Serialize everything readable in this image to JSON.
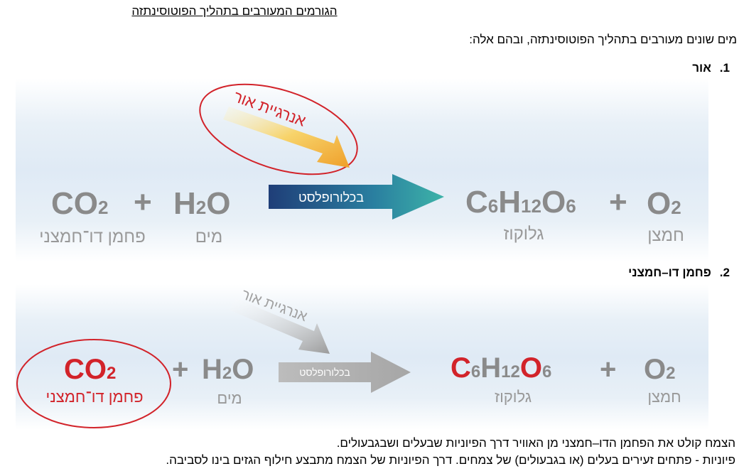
{
  "title": "הגורמים המעורבים בתהליך הפוטוסינתזה",
  "intro": "מים שונים מעורבים בתהליך הפוטוסינתזה, ובהם אלה:",
  "items": [
    {
      "number": "1.",
      "label": "אור"
    },
    {
      "number": "2.",
      "label": "פחמן דו–חמצני"
    }
  ],
  "diagram1": {
    "energy_label": "אנרגיית אור",
    "arrow_label": "בכלורופלסט",
    "co2": "CO2",
    "co2_label": "פחמן דו־חמצני",
    "h2o": "H2O",
    "h2o_label": "מים",
    "glucose": "C6H12O6",
    "glucose_label": "גלוקוז",
    "o2": "O2",
    "o2_label": "חמצן",
    "plus": "+"
  },
  "diagram2": {
    "energy_label": "אנרגיית אור",
    "arrow_label": "בכלורופלסט",
    "co2": "CO2",
    "co2_label": "פחמן דו־חמצני",
    "h2o": "H2O",
    "h2o_label": "מים",
    "glucose": "C6H12O6",
    "glucose_label": "גלוקוז",
    "o2": "O2",
    "o2_label": "חמצן",
    "plus": "+"
  },
  "bottom_text": [
    "הצמח קולט את הפחמן הדו–חמצני מן האוויר דרך הפיוניות שבעלים ושבגבעולים.",
    "פיוניות - פתחים זעירים בעלים (או בגבעולים) של צמחים. דרך הפיוניות של הצמח מתבצע חילוף הגזים בינו לסביבה."
  ],
  "colors": {
    "formula_gray": "#8a8a8a",
    "highlight_red": "#d2232a",
    "arrow_teal": "#2a8fa0",
    "arrow_navy": "#1f3e78",
    "light_yellow": "#f7d36a",
    "light_orange": "#ef9f2a"
  }
}
